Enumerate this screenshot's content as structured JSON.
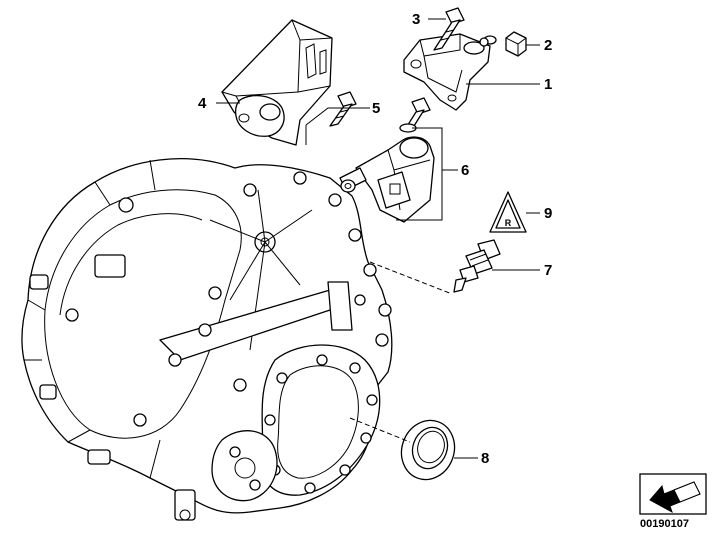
{
  "callouts": {
    "c1": "1",
    "c2": "2",
    "c3": "3",
    "c4": "4",
    "c5": "5",
    "c6": "6",
    "c7": "7",
    "c8": "8",
    "c9": "9"
  },
  "document_number": "00190107",
  "icons": {
    "triangle_label": "warning-triangle-icon",
    "corner_symbol": "direction-arrow-icon"
  }
}
